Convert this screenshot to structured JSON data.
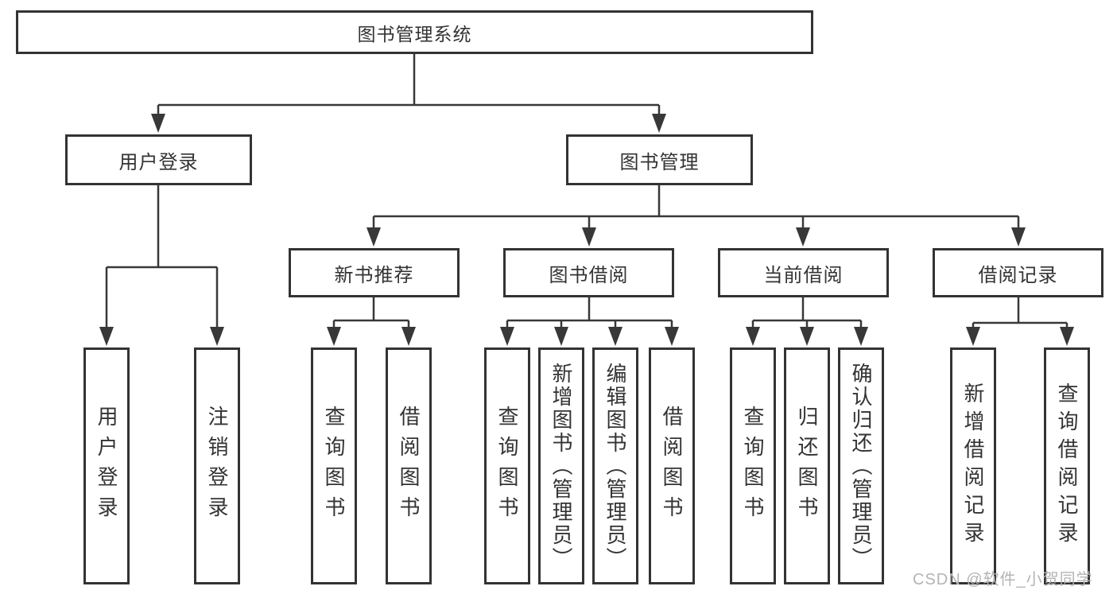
{
  "diagram": {
    "root": "图书管理系统",
    "user_login": "用户登录",
    "book_mgmt": "图书管理",
    "new_book_rec": "新书推荐",
    "book_borrow": "图书借阅",
    "current_borrow": "当前借阅",
    "borrow_record": "借阅记录",
    "leaf_user_login": "用户登录",
    "leaf_logout": "注销登录",
    "nb_query": "查询图书",
    "nb_borrow": "借阅图书",
    "bb_query": "查询图书",
    "bb_add": "新增图书（管理员）",
    "bb_edit": "编辑图书（管理员）",
    "bb_borrow": "借阅图书",
    "cb_query": "查询图书",
    "cb_return": "归还图书",
    "cb_confirm": "确认归还（管理员）",
    "br_add": "新增借阅记录",
    "br_query": "查询借阅记录"
  },
  "colors": {
    "line": "#383838",
    "border": "#333333",
    "text": "#333333",
    "watermark": "#b3b4b6"
  },
  "watermark": "CSDN @软件_小贺同学"
}
